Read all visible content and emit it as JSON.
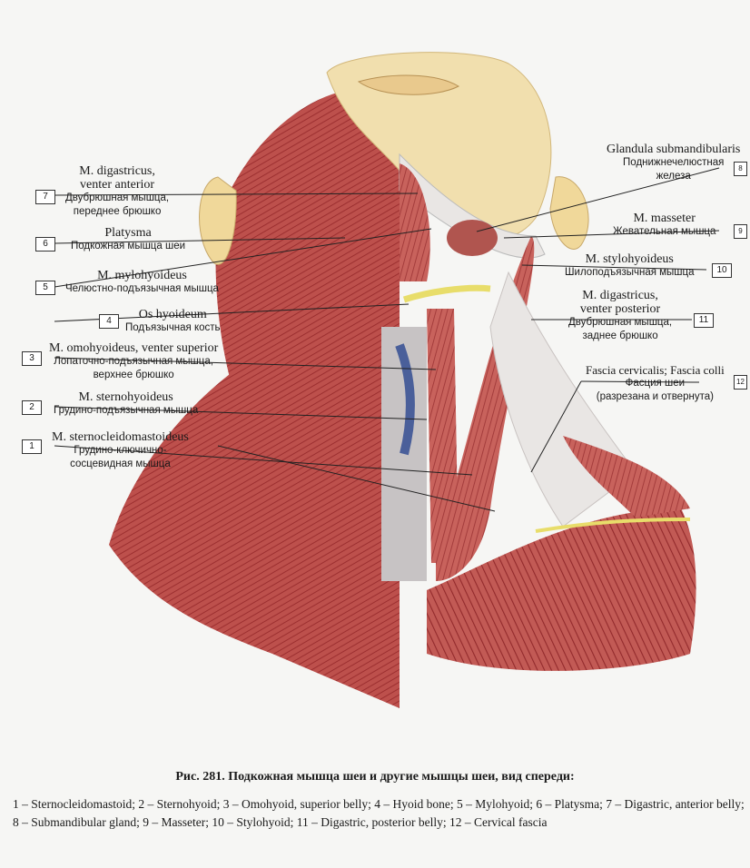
{
  "labels": {
    "l7": {
      "num": "7",
      "latin": [
        "M. digastricus,",
        "venter anterior"
      ],
      "russian": [
        "Двубрюшная мышца,",
        "переднее брюшко"
      ]
    },
    "l6": {
      "num": "6",
      "latin": [
        "Platysma"
      ],
      "russian": [
        "Подкожная мышца шеи"
      ]
    },
    "l5": {
      "num": "5",
      "latin": [
        "M. mylohyoideus"
      ],
      "russian": [
        "Челюстно-подъязычная мышца"
      ]
    },
    "l4": {
      "num": "4",
      "latin": [
        "Os hyoideum"
      ],
      "russian": [
        "Подъязычная кость"
      ]
    },
    "l3": {
      "num": "3",
      "latin": [
        "M. omohyoideus, venter superior"
      ],
      "russian": [
        "Лопаточно-подъязычная мышца,",
        "верхнее брюшко"
      ]
    },
    "l2": {
      "num": "2",
      "latin": [
        "M. sternohyoideus"
      ],
      "russian": [
        "Грудино-подъязычная мышца"
      ]
    },
    "l1": {
      "num": "1",
      "latin": [
        "M. sternocleidomastoideus"
      ],
      "russian": [
        "Грудино-ключично-",
        "сосцевидная мышца"
      ]
    },
    "l8": {
      "num": "8",
      "latin": [
        "Glandula submandibularis"
      ],
      "russian": [
        "Поднижнечелюстная",
        "железа"
      ]
    },
    "l9": {
      "num": "9",
      "latin": [
        "M. masseter"
      ],
      "russian": [
        "Жевательная мышца"
      ]
    },
    "l10": {
      "num": "10",
      "latin": [
        "M. stylohyoideus"
      ],
      "russian": [
        "Шилоподъязычная мышца"
      ]
    },
    "l11": {
      "num": "11",
      "latin": [
        "M. digastricus,",
        "venter posterior"
      ],
      "russian": [
        "Двубрюшная мышца,",
        "заднее брюшко"
      ]
    },
    "l12": {
      "num": "12",
      "latin": [
        "Fascia cervicalis; Fascia colli"
      ],
      "russian": [
        "Фасция шеи",
        "(разрезана и отвернута)"
      ]
    }
  },
  "caption": {
    "title": "Рис. 281. Подкожная мышца шеи и другие мышцы шеи, вид спереди:",
    "legend": "1 – Sternocleidomastoid; 2 – Sternohyoid; 3 – Omohyoid, superior belly; 4 – Hyoid bone; 5 – Mylohyoid; 6 – Platysma; 7 – Digastric, anterior belly; 8 – Submandibular gland; 9 – Masseter; 10 – Stylohyoid; 11 – Digastric, posterior belly; 12 – Cervical fascia"
  },
  "colors": {
    "muscle": "#b3413f",
    "skin": "#f1dfae",
    "fascia": "#e9e6e4",
    "hyoid": "#e8dd6a"
  }
}
